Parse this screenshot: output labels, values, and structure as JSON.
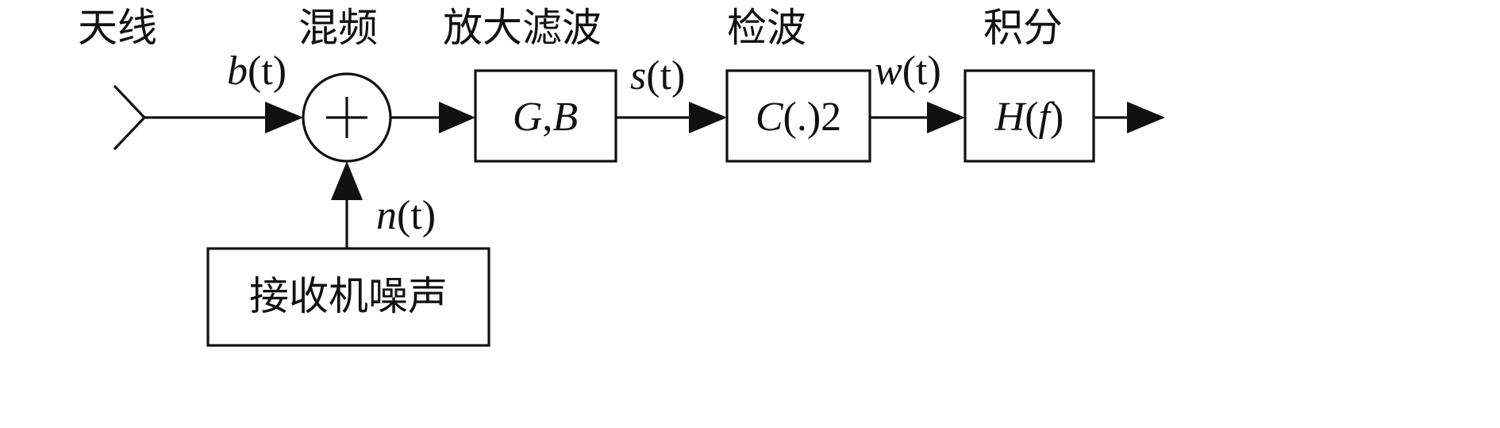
{
  "stage_labels": {
    "antenna": "天线",
    "mixer": "混频",
    "amp_filter": "放大滤波",
    "detector": "检波",
    "integrator": "积分"
  },
  "signals": {
    "b": {
      "sym": "b",
      "arg": "(t)"
    },
    "n": {
      "sym": "n",
      "arg": "(t)"
    },
    "s": {
      "sym": "s",
      "arg": "(t)"
    },
    "w": {
      "sym": "w",
      "arg": "(t)"
    }
  },
  "blocks": {
    "mixer_symbol": "+",
    "amp_filter": {
      "g": "G",
      "sep": ",",
      "b": "B"
    },
    "detector": {
      "c": "C",
      "rest": "(.)2"
    },
    "integrator": {
      "h": "H",
      "open": "(",
      "f": "f",
      "close": ")"
    },
    "receiver_noise": "接收机噪声"
  }
}
